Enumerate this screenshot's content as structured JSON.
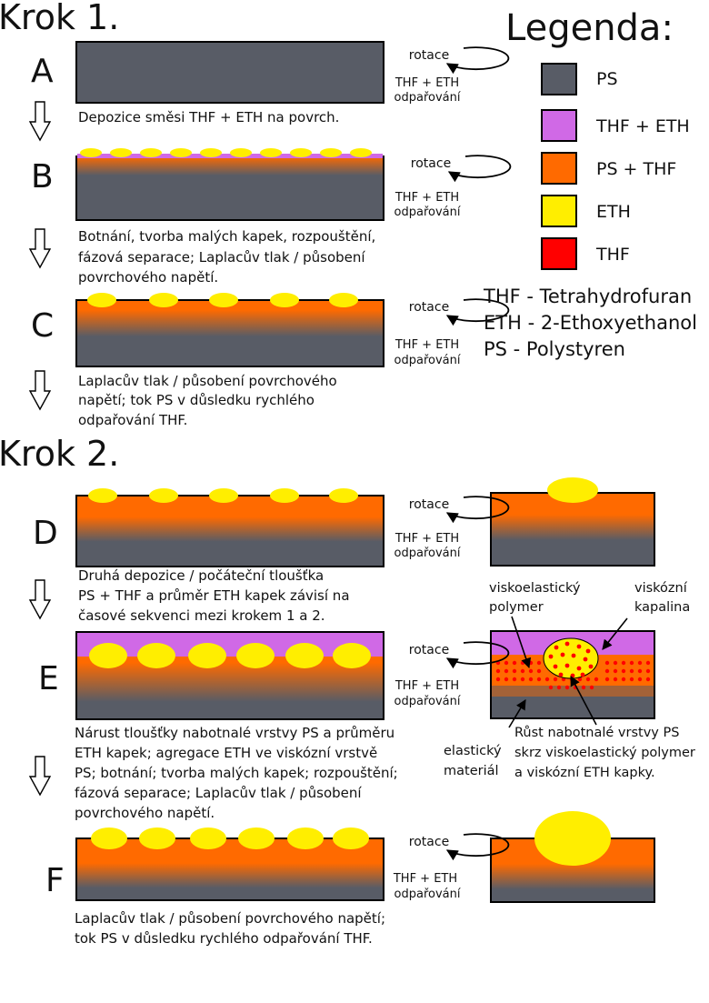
{
  "step1": {
    "heading": "Krok 1.",
    "rows": [
      {
        "label": "A",
        "description": [
          "Depozice směsi THF + ETH na povrch."
        ]
      },
      {
        "label": "B",
        "description": [
          "Botnání, tvorba malých kapek, rozpouštění,",
          "fázová separace; Laplacův tlak / působení",
          "povrchového napětí."
        ]
      },
      {
        "label": "C",
        "description": [
          "Laplacův tlak / působení povrchového",
          "napětí; tok PS v důsledku rychlého",
          "odpařování THF."
        ]
      }
    ]
  },
  "step2": {
    "heading": "Krok 2.",
    "rows": [
      {
        "label": "D",
        "description": [
          "Druhá depozice / počáteční tloušťka",
          "PS + THF a průměr ETH kapek závisí na",
          "časové sekvenci mezi krokem 1 a 2."
        ]
      },
      {
        "label": "E",
        "description": [
          "Nárust tloušťky nabotnalé vrstvy PS a průměru",
          "ETH kapek; agregace ETH ve viskózní vrstvě",
          "PS; botnání; tvorba malých kapek; rozpouštění;",
          "fázová separace; Laplacův tlak / působení",
          "povrchového napětí."
        ]
      },
      {
        "label": "F",
        "description": [
          "Laplacův tlak / působení povrchového napětí;",
          "tok PS v důsledku rychlého odpařování THF."
        ]
      }
    ]
  },
  "process": {
    "rotation": "rotace",
    "evaporation_line1": "THF + ETH",
    "evaporation_line2": "odpařování"
  },
  "legend": {
    "title": "Legenda:",
    "items": [
      {
        "label": "PS",
        "color": "#585c66"
      },
      {
        "label": "THF + ETH",
        "color": "#d069e6"
      },
      {
        "label": "PS + THF",
        "color": "#ff6a00"
      },
      {
        "label": "ETH",
        "color": "#ffee00"
      },
      {
        "label": "THF",
        "color": "#ff0000"
      }
    ],
    "abbreviations": [
      "THF - Tetrahydrofuran",
      "ETH - 2-Ethoxyethanol",
      "PS - Polystyren"
    ]
  },
  "annotations": {
    "viscoelastic": [
      "viskoelastický",
      "polymer"
    ],
    "viscous": [
      "viskózní",
      "kapalina"
    ],
    "elastic": [
      "elastický",
      "materiál"
    ],
    "growth": [
      "Růst nabotnalé vrstvy PS",
      "skrz viskoelastický polymer",
      "a viskózní ETH kapky."
    ]
  }
}
